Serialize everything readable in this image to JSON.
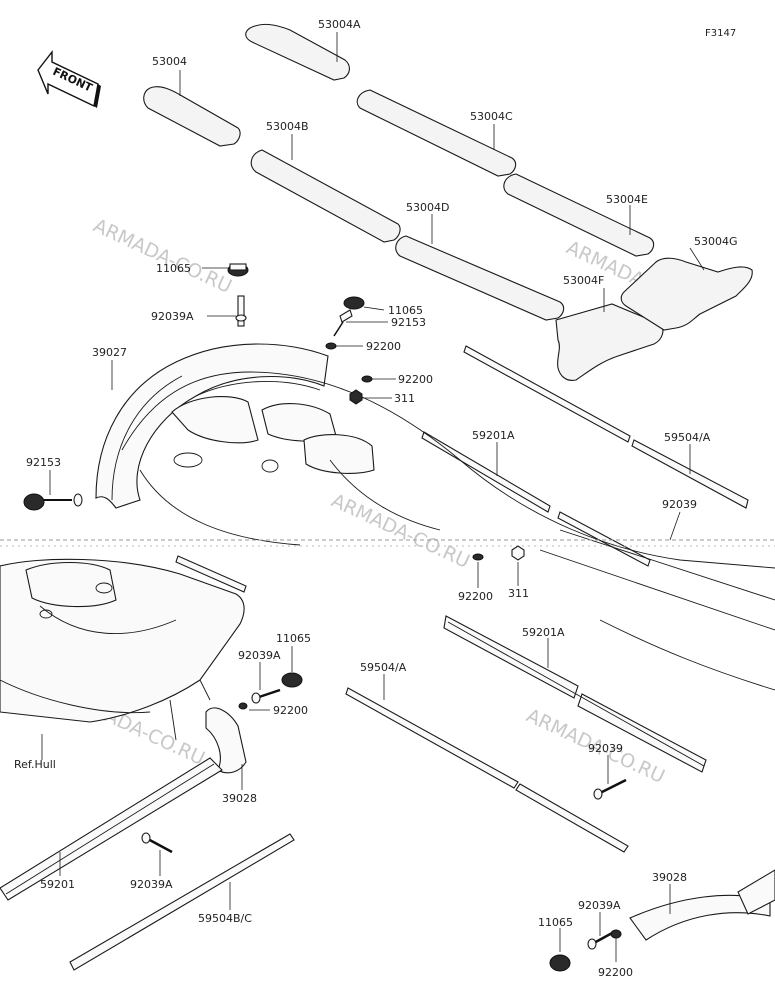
{
  "figure_number": "F3147",
  "front_arrow_label": "FRONT",
  "watermark": "ARMADA-CO.RU",
  "labels": {
    "p53004": "53004",
    "p53004A": "53004A",
    "p53004B": "53004B",
    "p53004C": "53004C",
    "p53004D": "53004D",
    "p53004E": "53004E",
    "p53004F": "53004F",
    "p53004G": "53004G",
    "p11065_top_left": "11065",
    "p92039A_top": "92039A",
    "p11065_top_mid": "11065",
    "p92153_top": "92153",
    "p92200_top1": "92200",
    "p92200_top2": "92200",
    "p311_top": "311",
    "p39027": "39027",
    "p59201A_top": "59201A",
    "p59504A_top": "59504/A",
    "p92039_top": "92039",
    "p92153_left": "92153",
    "p92200_mid": "92200",
    "p311_mid": "311",
    "p11065_mid": "11065",
    "p92039A_mid": "92039A",
    "p92200_mid2": "92200",
    "p59504A_mid": "59504/A",
    "p59201A_mid": "59201A",
    "p92039_mid": "92039",
    "ref_hull": "Ref.Hull",
    "p39028_mid": "39028",
    "p59201": "59201",
    "p92039A_bottom": "92039A",
    "p59504BC": "59504B/C",
    "p39028_right": "39028",
    "p92039A_right": "92039A",
    "p11065_right": "11065",
    "p92200_right": "92200"
  }
}
